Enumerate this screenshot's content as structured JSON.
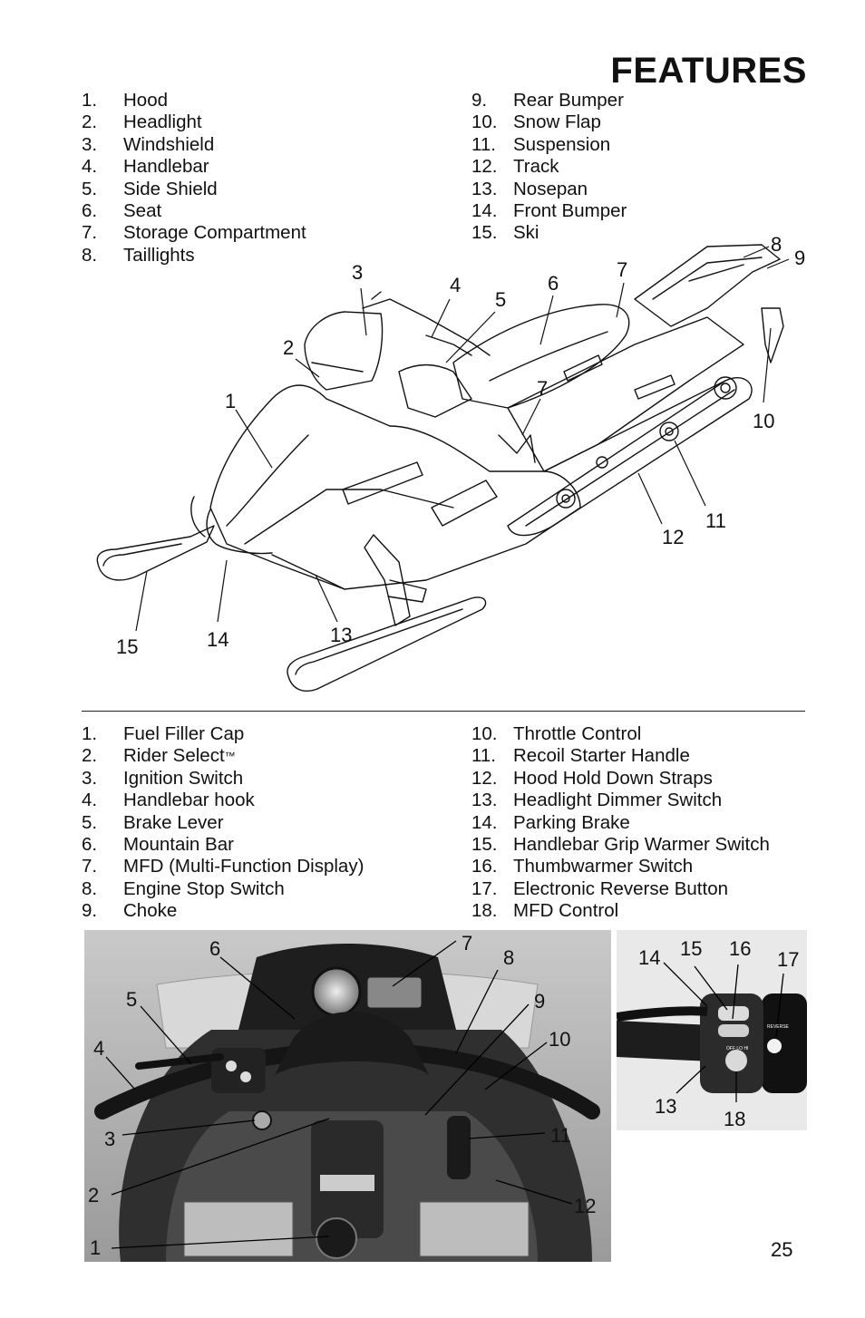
{
  "page": {
    "title": "FEATURES",
    "page_number": "25"
  },
  "features_top": {
    "left": [
      {
        "n": "1.",
        "label": "Hood"
      },
      {
        "n": "2.",
        "label": "Headlight"
      },
      {
        "n": "3.",
        "label": "Windshield"
      },
      {
        "n": "4.",
        "label": "Handlebar"
      },
      {
        "n": "5.",
        "label": "Side Shield"
      },
      {
        "n": "6.",
        "label": "Seat"
      },
      {
        "n": "7.",
        "label": "Storage Compartment"
      },
      {
        "n": "8.",
        "label": "Taillights"
      }
    ],
    "right": [
      {
        "n": "9.",
        "label": "Rear Bumper"
      },
      {
        "n": "10.",
        "label": "Snow Flap"
      },
      {
        "n": "11.",
        "label": "Suspension"
      },
      {
        "n": "12.",
        "label": "Track"
      },
      {
        "n": "13.",
        "label": "Nosepan"
      },
      {
        "n": "14.",
        "label": "Front Bumper"
      },
      {
        "n": "15.",
        "label": "Ski"
      }
    ]
  },
  "features_bottom": {
    "left": [
      {
        "n": "1.",
        "label": "Fuel Filler Cap"
      },
      {
        "n": "2.",
        "label": "Rider Select",
        "tm": "™"
      },
      {
        "n": "3.",
        "label": "Ignition Switch"
      },
      {
        "n": "4.",
        "label": "Handlebar hook"
      },
      {
        "n": "5.",
        "label": "Brake Lever"
      },
      {
        "n": "6.",
        "label": "Mountain Bar"
      },
      {
        "n": "7.",
        "label": "MFD (Multi-Function Display)"
      },
      {
        "n": "8.",
        "label": "Engine Stop Switch"
      },
      {
        "n": "9.",
        "label": "Choke"
      }
    ],
    "right": [
      {
        "n": "10.",
        "label": "Throttle Control"
      },
      {
        "n": "11.",
        "label": "Recoil Starter Handle"
      },
      {
        "n": "12.",
        "label": "Hood Hold Down Straps"
      },
      {
        "n": "13.",
        "label": "Headlight Dimmer Switch"
      },
      {
        "n": "14.",
        "label": "Parking Brake"
      },
      {
        "n": "15.",
        "label": "Handlebar Grip Warmer Switch"
      },
      {
        "n": "16.",
        "label": "Thumbwarmer Switch"
      },
      {
        "n": "17.",
        "label": "Electronic Reverse Button"
      },
      {
        "n": "18.",
        "label": "MFD Control"
      }
    ]
  },
  "snowmobile_callouts": [
    "1",
    "2",
    "3",
    "4",
    "5",
    "6",
    "7",
    "7",
    "8",
    "9",
    "10",
    "11",
    "12",
    "13",
    "14",
    "15"
  ],
  "cockpit_callouts": [
    "1",
    "2",
    "3",
    "4",
    "5",
    "6",
    "7",
    "8",
    "9",
    "10",
    "11",
    "12"
  ],
  "switch_callouts": [
    "13",
    "14",
    "15",
    "16",
    "17",
    "18"
  ],
  "switch_panel_text": [
    "OFF LO HI",
    "REVERSE"
  ]
}
